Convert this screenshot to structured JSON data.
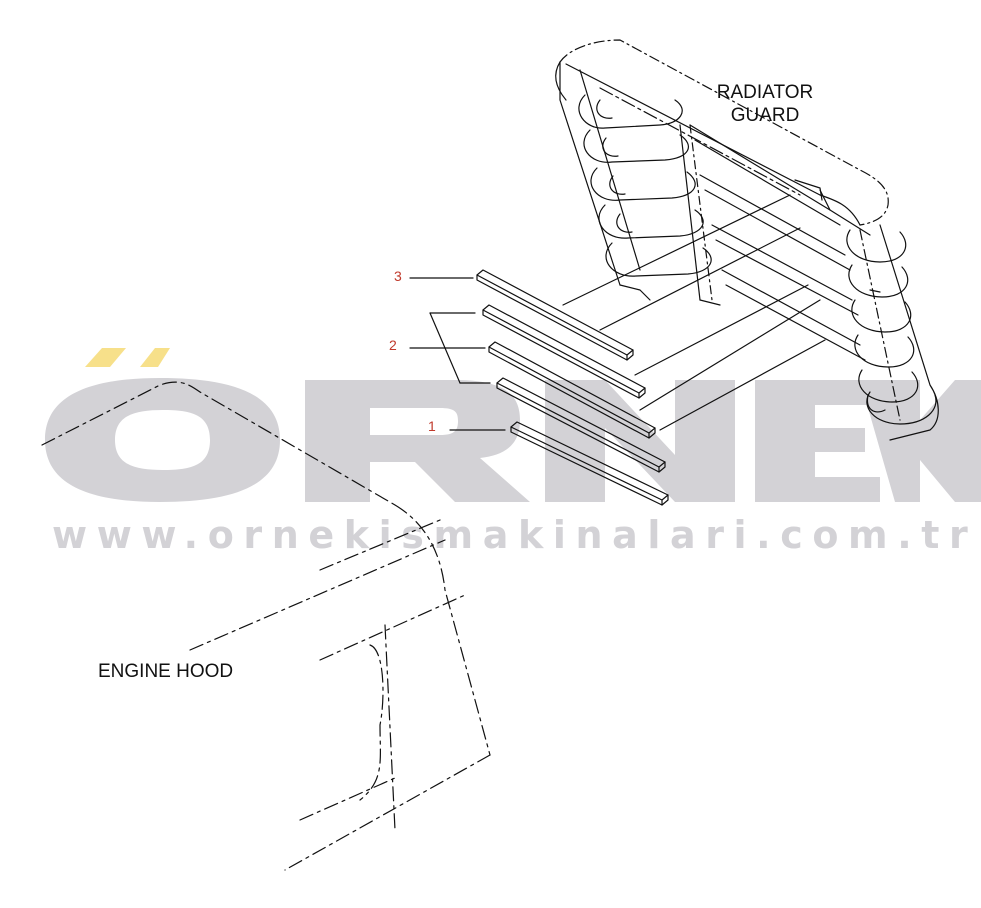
{
  "labels": {
    "radiator_guard": "RADIATOR\nGUARD",
    "engine_hood": "ENGINE HOOD"
  },
  "callouts": [
    "3",
    "2",
    "1"
  ],
  "watermark": {
    "logo": "ÖRNEK",
    "url": "www.ornekismakinalari.com.tr",
    "logo_color": "#d3d2d6",
    "accent_color": "#f7e08a"
  },
  "colors": {
    "line": "#111111",
    "callout": "#c0392b"
  }
}
